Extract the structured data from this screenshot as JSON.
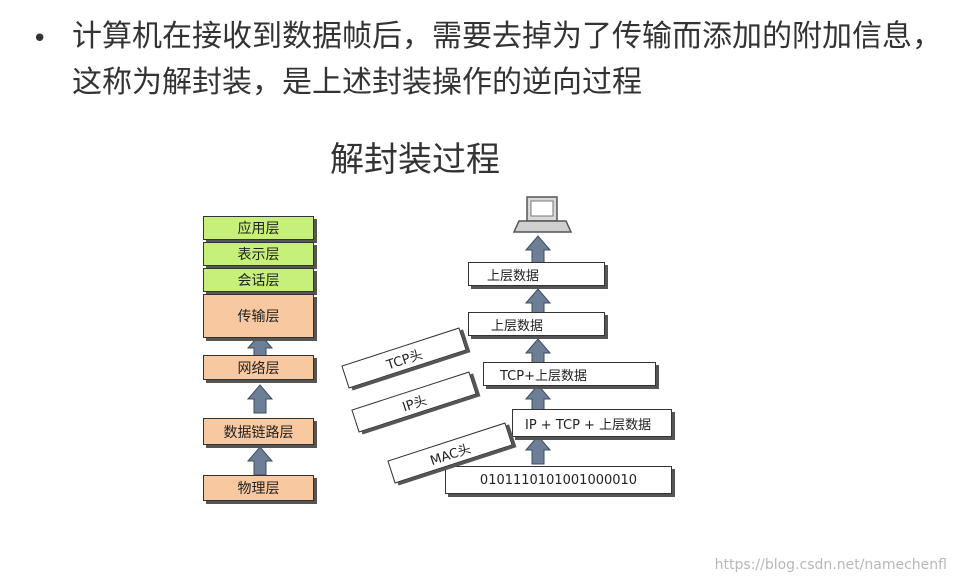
{
  "bullet": {
    "text": "计算机在接收到数据帧后，需要去掉为了传输而添加的附加信息，这称为解封装，是上述封装操作的逆向过程"
  },
  "diagram_title": "解封装过程",
  "osi_layers": {
    "application": "应用层",
    "presentation": "表示层",
    "session": "会话层",
    "transport": "传输层",
    "network": "网络层",
    "datalink": "数据链路层",
    "physical": "物理层"
  },
  "stack_boxes": {
    "top_data": "上层数据",
    "upper_data": "上层数据",
    "tcp_data": "TCP+上层数据",
    "ip_tcp_data": "IP + TCP + 上层数据",
    "bits": "0101110101001000010"
  },
  "headers": {
    "tcp": "TCP头",
    "ip": "IP头",
    "mac": "MAC头"
  },
  "watermark": "https://blog.csdn.net/namechenfl",
  "colors": {
    "upper_layers": "#c7f07a",
    "lower_layers": "#f8c9a0",
    "arrow": "#6c7f96"
  }
}
